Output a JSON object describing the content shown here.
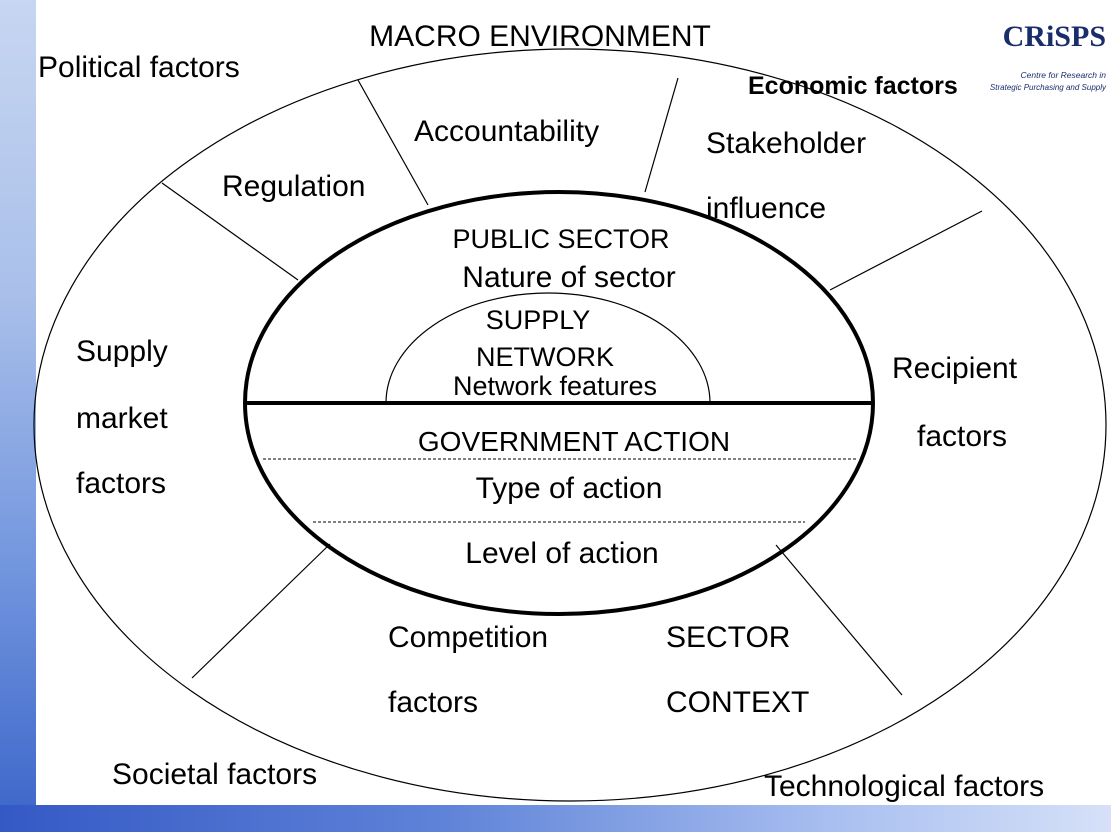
{
  "labels": {
    "macro_environment": "MACRO ENVIRONMENT",
    "political": "Political factors",
    "economic": "Economic factors",
    "accountability": "Accountability",
    "regulation": "Regulation",
    "stakeholder_1": "Stakeholder",
    "stakeholder_2": "influence",
    "public_sector": "PUBLIC SECTOR",
    "nature_of_sector": "Nature of sector",
    "supply_1": "SUPPLY",
    "supply_2": "NETWORK",
    "network_features": "Network features",
    "supply_market_1": "Supply",
    "supply_market_2": "market",
    "supply_market_3": "factors",
    "recipient_1": "Recipient",
    "recipient_2": "factors",
    "government_action": "GOVERNMENT ACTION",
    "type_of_action": "Type of action",
    "level_of_action": "Level of action",
    "competition_1": "Competition",
    "competition_2": "factors",
    "sector_context_1": "SECTOR",
    "sector_context_2": "CONTEXT",
    "societal": "Societal factors",
    "technological": "Technological factors"
  },
  "logo": {
    "name": "CRiSPS",
    "tagline_1": "Centre for Research in",
    "tagline_2": "Strategic Purchasing and Supply"
  }
}
